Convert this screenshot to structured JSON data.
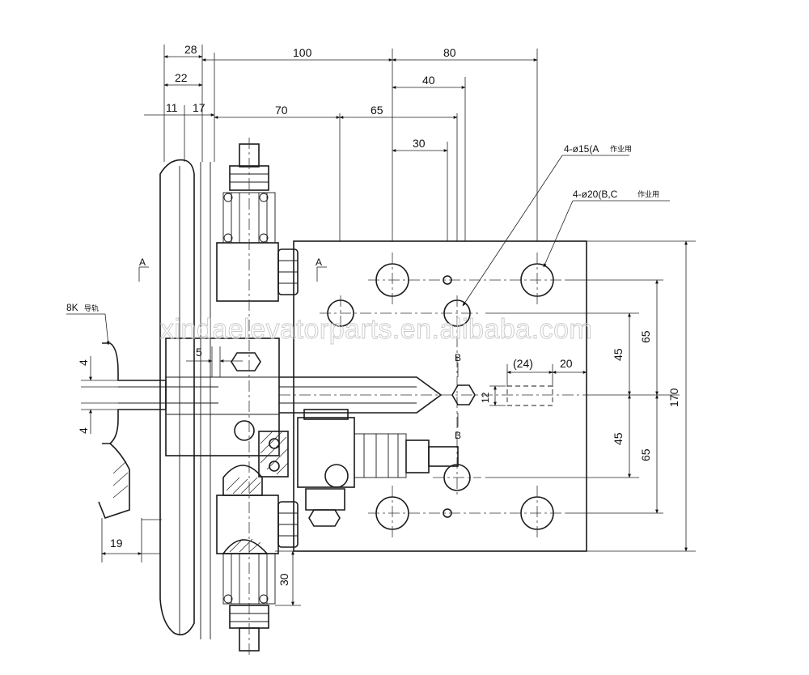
{
  "dimensions": {
    "top": [
      "28",
      "22",
      "11",
      "17",
      "100",
      "80",
      "40",
      "70",
      "65",
      "30"
    ],
    "right": [
      "65",
      "45",
      "170",
      "45",
      "65"
    ],
    "inner": [
      "5",
      "(24)",
      "20",
      "12"
    ],
    "left": [
      "4",
      "4",
      "19"
    ],
    "bottom": [
      "30"
    ]
  },
  "callouts": {
    "hole_a": "4-ø15(A",
    "hole_a_suffix": "作业用",
    "hole_bc": "4-ø20(B,C",
    "hole_bc_suffix": "作业用",
    "rail": "8K",
    "rail_suffix": "导轨"
  },
  "section_marks": {
    "a_left": "A",
    "a_right": "A",
    "b_top": "B",
    "b_bottom": "B"
  },
  "watermark": "xindaelevatorparts.en.alibaba.com"
}
